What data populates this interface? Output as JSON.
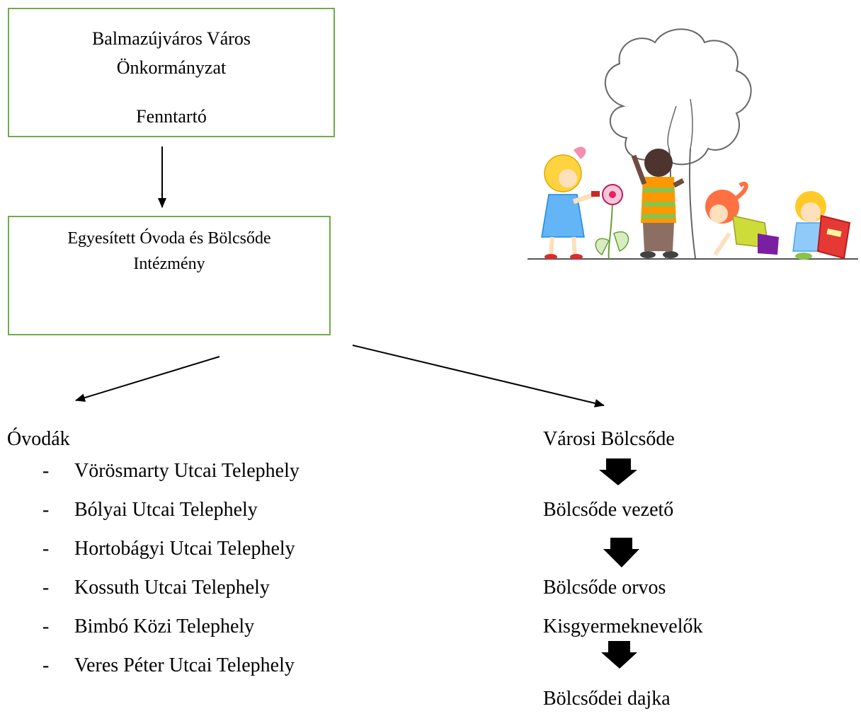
{
  "top_box": {
    "line1": "Balmazújváros Város",
    "line2": "Önkormányzat",
    "line3": "Fenntartó"
  },
  "middle_box": {
    "line1": "Egyesített Óvoda és Bölcsőde",
    "line2": "Intézmény"
  },
  "ovodak": {
    "title": "Óvodák",
    "bullet": "-",
    "items": [
      "Vörösmarty Utcai Telephely",
      "Bólyai Utcai Telephely",
      "Hortobágyi Utcai Telephely",
      "Kossuth Utcai Telephely",
      "Bimbó Közi Telephely",
      "Veres Péter Utcai Telephely"
    ]
  },
  "bolcsode": {
    "items": [
      "Városi Bölcsőde",
      "Bölcsőde vezető",
      "Bölcsőde orvos",
      "Kisgyermeknevelők",
      "Bölcsődei dajka"
    ]
  },
  "colors": {
    "box_border": "#70ad47",
    "arrow": "#000000"
  },
  "illustration": {
    "subject": "children-drawing-tree-illustration"
  }
}
